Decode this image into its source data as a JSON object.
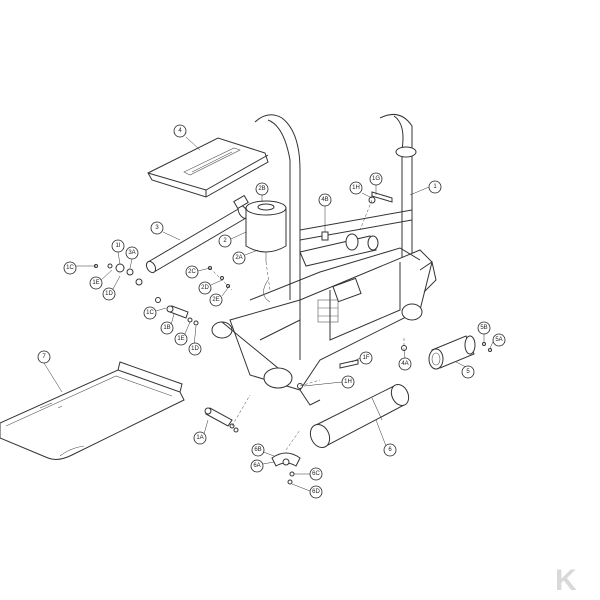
{
  "diagram": {
    "callouts": [
      "4",
      "1H",
      "1G",
      "1",
      "2B",
      "4B",
      "3",
      "2",
      "1I",
      "3A",
      "1C",
      "2A",
      "1E",
      "1D",
      "2C",
      "2D",
      "2E",
      "1C",
      "1B",
      "1E",
      "1D",
      "5B",
      "5A",
      "7",
      "4A",
      "1F",
      "5",
      "1H",
      "1A",
      "6",
      "6B",
      "6A",
      "6C",
      "6D"
    ],
    "logo_letter": "K"
  },
  "colors": {
    "line": "#333333",
    "background": "#ffffff",
    "logo": "#d9d9d9"
  }
}
